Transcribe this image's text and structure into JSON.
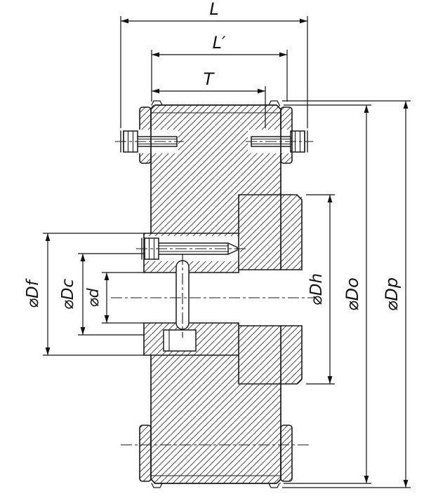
{
  "drawing": {
    "background": "#ffffff",
    "line_color": "#1a1a1a",
    "dim_labels": {
      "L": "L",
      "L_prime": "L′",
      "T": "T",
      "Df": "⌀Df",
      "Dc": "⌀Dc",
      "d": "⌀d",
      "Dh": "⌀Dh",
      "Do": "⌀Do",
      "Dp": "⌀Dp"
    }
  }
}
